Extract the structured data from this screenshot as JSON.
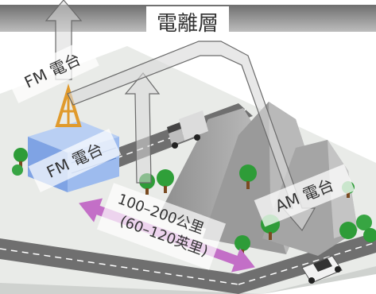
{
  "labels": {
    "ionosphere": "電離層",
    "fm_tower": "FM 電台",
    "fm_station": "FM 電台",
    "am_station": "AM 電台",
    "distance_km": "100–200公里",
    "distance_mi": "(60–120英里)"
  },
  "colors": {
    "sky_band": "#8a8a8a",
    "ground": "#e9ebe8",
    "road": "#6f6f6f",
    "mountain": "#a9a9a9",
    "tree": "#2e9c38",
    "building": "#8fb1ea",
    "antenna": "#e09a2c",
    "distance_arrow": "#c36fc7",
    "wave_arrow": "#d9d9d9"
  },
  "icons": [
    "fm-antenna-icon",
    "truck-icon",
    "car-icon",
    "tree-icon"
  ]
}
